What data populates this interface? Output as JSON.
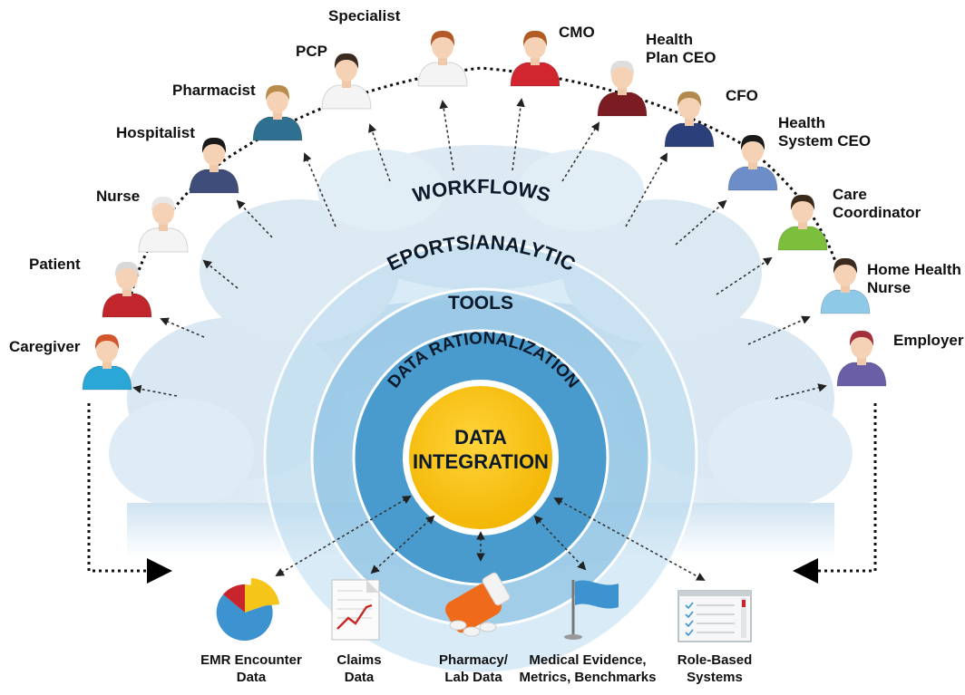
{
  "core": {
    "line1": "DATA",
    "line2": "INTEGRATION"
  },
  "rings": {
    "data_rationalization": "DATA RATIONALIZATION",
    "tools": "TOOLS",
    "reports_analytics": "REPORTS/ANALYTICS",
    "workflows": "WORKFLOWS"
  },
  "roles": [
    {
      "id": "caregiver",
      "label": "Caregiver",
      "shirt": "#2aa7d6",
      "hair": "#d2562a"
    },
    {
      "id": "patient",
      "label": "Patient",
      "shirt": "#c0262b",
      "hair": "#d8d8d8"
    },
    {
      "id": "nurse",
      "label": "Nurse",
      "shirt": "#f4f4f4",
      "hair": "#e7e7e7"
    },
    {
      "id": "hospitalist",
      "label": "Hospitalist",
      "shirt": "#3f4d7a",
      "hair": "#1a1a1a"
    },
    {
      "id": "pharmacist",
      "label": "Pharmacist",
      "shirt": "#2f6f8f",
      "hair": "#b98c4b"
    },
    {
      "id": "pcp",
      "label": "PCP",
      "shirt": "#f4f4f4",
      "hair": "#3a2a20"
    },
    {
      "id": "specialist",
      "label": "Specialist",
      "shirt": "#f4f4f4",
      "hair": "#b35a2a"
    },
    {
      "id": "cmo",
      "label": "CMO",
      "shirt": "#d1262f",
      "hair": "#b05c24"
    },
    {
      "id": "health_plan_ceo",
      "label_lines": [
        "Health",
        "Plan CEO"
      ],
      "shirt": "#7b1c22",
      "hair": "#dddddd"
    },
    {
      "id": "cfo",
      "label": "CFO",
      "shirt": "#2b3f7a",
      "hair": "#b38a4e"
    },
    {
      "id": "health_system_ceo",
      "label_lines": [
        "Health",
        "System CEO"
      ],
      "shirt": "#6c8dc7",
      "hair": "#1a1a1a"
    },
    {
      "id": "care_coordinator",
      "label_lines": [
        "Care",
        "Coordinator"
      ],
      "shirt": "#7cbf3c",
      "hair": "#3a2a1a"
    },
    {
      "id": "home_health_nurse",
      "label_lines": [
        "Home Health",
        "Nurse"
      ],
      "shirt": "#8ec9e8",
      "hair": "#3a2a20"
    },
    {
      "id": "employer",
      "label": "Employer",
      "shirt": "#6a5fa6",
      "hair": "#a3303a"
    }
  ],
  "sources": [
    {
      "id": "emr",
      "label_lines": [
        "EMR Encounter",
        "Data"
      ],
      "icon": "pie-chart-icon"
    },
    {
      "id": "claims",
      "label_lines": [
        "Claims",
        "Data"
      ],
      "icon": "document-chart-icon"
    },
    {
      "id": "pharmacy",
      "label_lines": [
        "Pharmacy/",
        "Lab Data"
      ],
      "icon": "pill-bottle-icon"
    },
    {
      "id": "evidence",
      "label_lines": [
        "Medical Evidence,",
        "Metrics, Benchmarks"
      ],
      "icon": "flag-icon"
    },
    {
      "id": "role_based",
      "label_lines": [
        "Role-Based",
        "Systems"
      ],
      "icon": "checklist-window-icon"
    }
  ],
  "colors": {
    "core": "#f7c10e",
    "ring_dark": "#3d8fc4",
    "ring_mid": "#6cb0d8",
    "ring_light": "#a9d2ea",
    "cloud": "#dbe9f3",
    "arrow": "#222222"
  }
}
